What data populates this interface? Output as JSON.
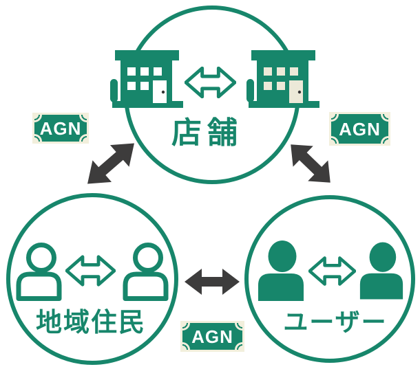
{
  "diagram": {
    "nodes": {
      "store": {
        "label": "店舗"
      },
      "residents": {
        "label": "地域住民"
      },
      "users": {
        "label": "ユーザー"
      }
    },
    "notes": {
      "left": {
        "label": "AGN"
      },
      "right": {
        "label": "AGN"
      },
      "bottom": {
        "label": "AGN"
      }
    },
    "colors": {
      "green": "#17866B",
      "arrow_gray": "#3D3C3C",
      "note_border_cream": "#F2EFDC",
      "window_cream": "#ECE9D8",
      "background": "#FFFFFF"
    }
  }
}
